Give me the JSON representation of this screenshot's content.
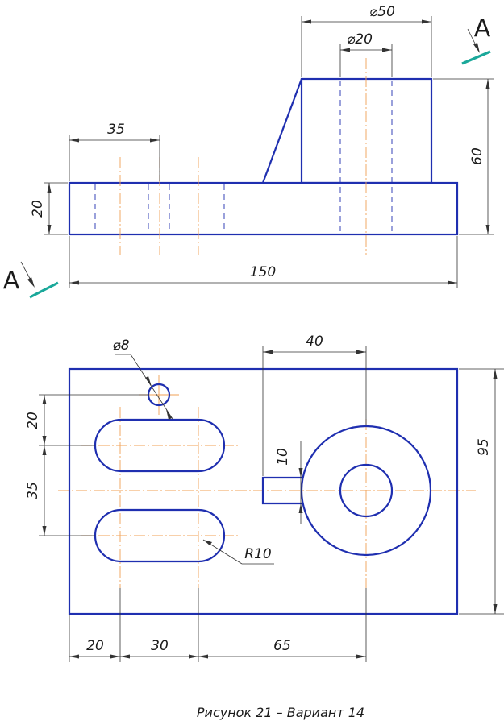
{
  "caption": "Рисунок 21 – Вариант 14",
  "section_marks": {
    "top": "А",
    "bottom": "А"
  },
  "front_view": {
    "dims": {
      "d50": "⌀50",
      "d20": "⌀20",
      "d35": "35",
      "d20h": "20",
      "d60": "60",
      "d150": "150"
    }
  },
  "top_view": {
    "dims": {
      "d8": "⌀8",
      "d40": "40",
      "d20v": "20",
      "d35v": "35",
      "d10": "10",
      "d95": "95",
      "r10": "R10",
      "b20": "20",
      "b30": "30",
      "b65": "65"
    }
  },
  "colors": {
    "outline": "#1f2fb0",
    "axis": "#f0a055",
    "cutting_plane": "#1aa89a"
  }
}
